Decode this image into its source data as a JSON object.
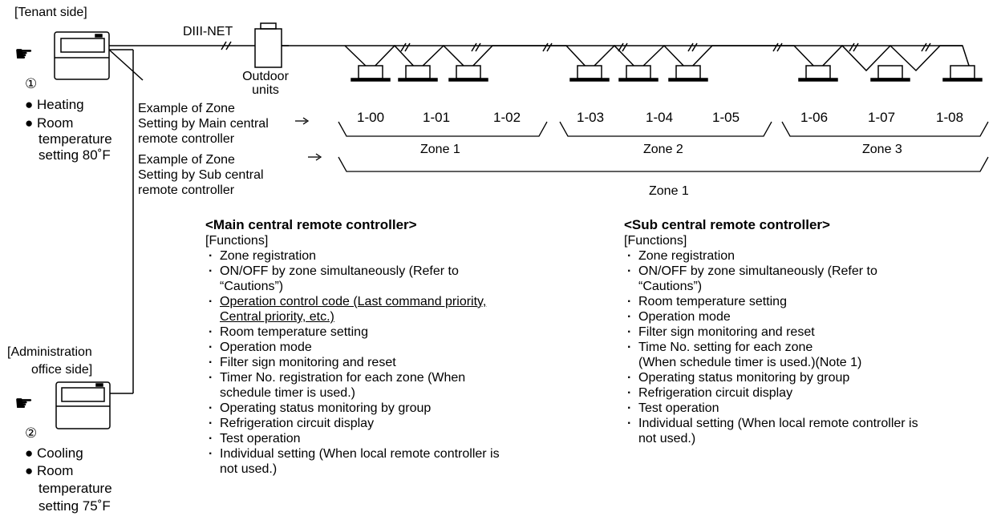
{
  "tenant": {
    "label": "[Tenant side]",
    "number": "①",
    "bullets": [
      "Heating",
      "Room",
      "temperature",
      "setting 80˚F"
    ]
  },
  "admin": {
    "label_line1": "[Administration",
    "label_line2": "office side]",
    "number": "②",
    "bullets": [
      "Cooling",
      "Room",
      "temperature",
      "setting 75˚F"
    ]
  },
  "network": {
    "label": "DIII-NET",
    "outdoor_line1": "Outdoor",
    "outdoor_line2": "units"
  },
  "zone_example_main": {
    "line1": "Example of Zone",
    "line2": "Setting by Main central",
    "line3": "remote controller"
  },
  "zone_example_sub": {
    "line1": "Example of Zone",
    "line2": "Setting by Sub central",
    "line3": "remote controller"
  },
  "unit_codes": [
    "1-00",
    "1-01",
    "1-02",
    "1-03",
    "1-04",
    "1-05",
    "1-06",
    "1-07",
    "1-08"
  ],
  "main_zones": [
    "Zone 1",
    "Zone 2",
    "Zone 3"
  ],
  "sub_zone": "Zone 1",
  "main_controller": {
    "title": "<Main central remote controller>",
    "functions_label": "[Functions]",
    "items": [
      [
        "Zone registration"
      ],
      [
        "ON/OFF by zone simultaneously (Refer to",
        "“Cautions”)"
      ],
      [
        "Operation control code (Last command priority,",
        "Central priority, etc.)"
      ],
      [
        "Room temperature setting"
      ],
      [
        "Operation mode"
      ],
      [
        "Filter sign monitoring and reset"
      ],
      [
        "Timer No. registration for each zone (When",
        "schedule timer is used.)"
      ],
      [
        "Operating status monitoring by group"
      ],
      [
        "Refrigeration circuit display"
      ],
      [
        "Test operation"
      ],
      [
        "Individual setting (When local remote controller is",
        "not used.)"
      ]
    ]
  },
  "sub_controller": {
    "title": "<Sub central remote controller>",
    "functions_label": "[Functions]",
    "items": [
      [
        "Zone registration"
      ],
      [
        "ON/OFF by zone simultaneously (Refer to",
        "“Cautions”)"
      ],
      [
        "Room temperature setting"
      ],
      [
        "Operation mode"
      ],
      [
        "Filter sign monitoring and reset"
      ],
      [
        "Time No. setting for each zone",
        "(When schedule timer is used.)(Note 1)"
      ],
      [
        "Operating status monitoring by group"
      ],
      [
        "Refrigeration circuit display"
      ],
      [
        "Test operation"
      ],
      [
        "Individual setting (When local remote controller is",
        "not used.)"
      ]
    ]
  },
  "icons": {
    "pointer": "pointing-hand-icon",
    "bullet": "bullet-dot-icon"
  }
}
